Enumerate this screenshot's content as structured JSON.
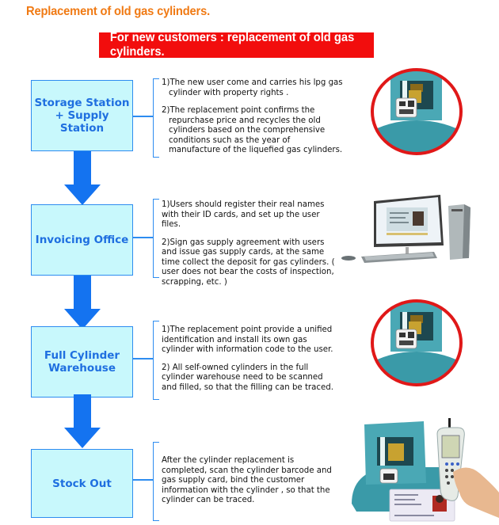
{
  "title": "Replacement of old gas cylinders.",
  "banner": "For new customers : replacement of old gas cylinders.",
  "colors": {
    "title_orange": "#f07a14",
    "banner_red": "#f20d0d",
    "box_fill": "#c8f8fc",
    "box_border": "#2d8cf0",
    "box_text": "#1f6fe0",
    "arrow_blue": "#1473f0",
    "ring_red": "#e01818",
    "cylinder_teal": "#3a9aa8"
  },
  "stages": [
    {
      "label": "Storage Station + Supply Station",
      "label_lines": [
        "Storage Station",
        "+ Supply Station"
      ],
      "steps": [
        "1)The new user come and carries his lpg gas cylinder with property rights .",
        "2)The replacement point confirms the repurchase price and recycles the old cylinders based on the comprehensive conditions such as the year of manufacture of the liquefied gas cylinders."
      ],
      "illustration": "gas-cylinder-valve-with-barcode-tag"
    },
    {
      "label": "Invoicing Office",
      "label_lines": [
        "Invoicing Office"
      ],
      "steps": [
        "1)Users should register their real names with their ID cards, and set up the user files.",
        "2)Sign gas supply agreement with users and issue gas supply cards, at the same time collect the deposit for gas cylinders. ( user does not bear the costs of inspection, scrapping, etc. )"
      ],
      "illustration": "desktop-computer-showing-id-card"
    },
    {
      "label": "Full Cylinder Warehouse",
      "label_lines": [
        "Full Cylinder",
        "Warehouse"
      ],
      "steps": [
        "1)The replacement point provide a unified identification and install its own gas cylinder with information code to the user.",
        "2)  All self-owned cylinders in the full cylinder warehouse need to be scanned and filled, so that the filling can be traced."
      ],
      "illustration": "gas-cylinder-valve-with-barcode-tag"
    },
    {
      "label": "Stock Out",
      "label_lines": [
        "Stock Out"
      ],
      "steps": [
        "After the cylinder replacement is completed, scan the cylinder barcode and gas supply card, bind the customer information with the cylinder , so that the cylinder can be traced."
      ],
      "illustration": "cylinder-id-card-and-handheld-scanner"
    }
  ]
}
